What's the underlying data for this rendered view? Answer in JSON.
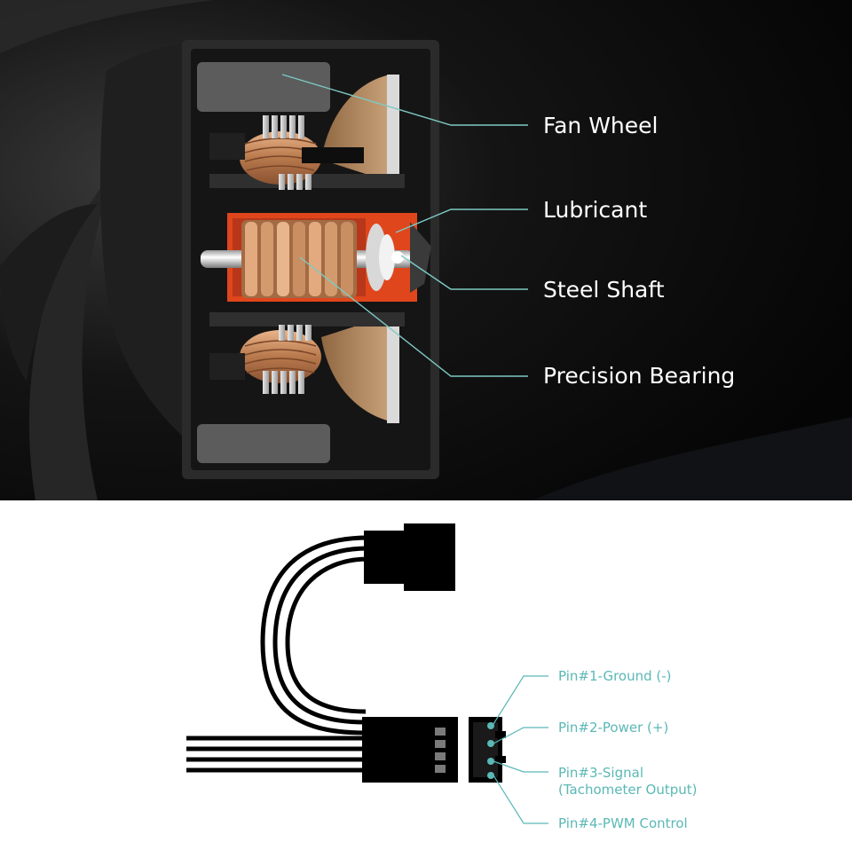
{
  "motor_callouts": {
    "fan_wheel": "Fan Wheel",
    "lubricant": "Lubricant",
    "steel_shaft": "Steel Shaft",
    "precision_bearing": "Precision Bearing"
  },
  "connector_pins": {
    "pin1": "Pin#1-Ground (-)",
    "pin2": "Pin#2-Power (+)",
    "pin3_line1": "Pin#3-Signal",
    "pin3_line2": "(Tachometer Output)",
    "pin4": "Pin#4-PWM Control"
  },
  "colors": {
    "leader_line": "#7ec9c4",
    "pin_accent": "#5ab8b6",
    "bearing_orange": "#e0461c",
    "copper": "#c8885a"
  }
}
